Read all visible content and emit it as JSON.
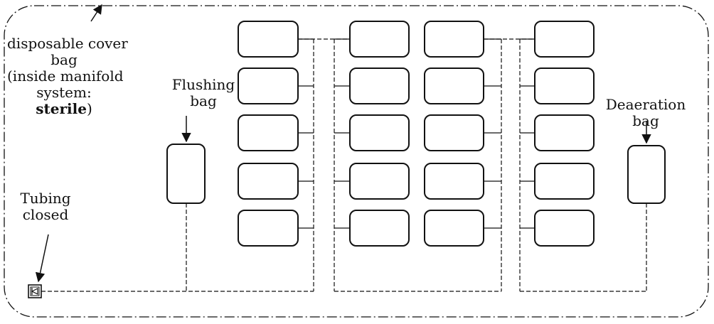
{
  "labels": {
    "cover_bag": {
      "line1": "disposable cover",
      "line2": "bag",
      "line3": "(inside manifold",
      "line4": "system:",
      "line5_bold": "sterile",
      "line5_after": ")"
    },
    "flushing_bag": {
      "line1": "Flushing",
      "line2": "bag"
    },
    "deaeration_bag": {
      "line1": "Deaeration",
      "line2": "bag"
    },
    "tubing_closed": {
      "line1": "Tubing",
      "line2": "closed"
    }
  },
  "colors": {
    "stroke": "#111111",
    "background": "#ffffff"
  },
  "icons": {
    "closed_tubing_valve": "valve-icon",
    "pointer": "arrow-icon"
  }
}
